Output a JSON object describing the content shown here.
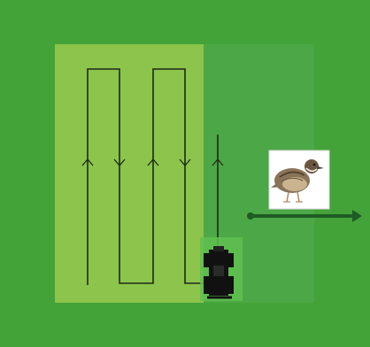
{
  "scene": {
    "colors": {
      "background": "#43a338",
      "mowed_area": "#8cc44c",
      "unmowed_area": "#4ca846",
      "mower_path": "#1d2a14",
      "mower_body": "#111111",
      "bird_card": "#ffffff",
      "flush_arrow": "#1f5a24"
    },
    "icons": {
      "mower": "tractor-mower-icon",
      "bird": "quail-icon",
      "flush_direction": "double-arrow-icon"
    },
    "mower_path_direction_arrows": [
      "up",
      "down",
      "up",
      "down",
      "up"
    ]
  }
}
